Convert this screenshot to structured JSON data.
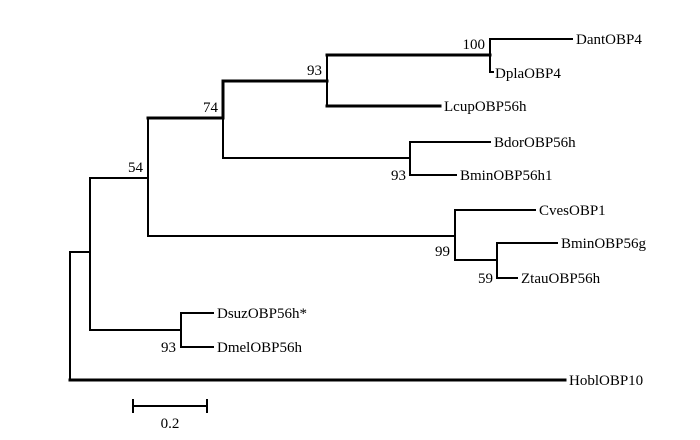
{
  "tree": {
    "taxa": [
      {
        "id": "DantOBP4",
        "label": "DantOBP4"
      },
      {
        "id": "DplaOBP4",
        "label": "DplaOBP4"
      },
      {
        "id": "LcupOBP56h",
        "label": "LcupOBP56h"
      },
      {
        "id": "BdorOBP56h",
        "label": "BdorOBP56h"
      },
      {
        "id": "BminOBP56h1",
        "label": "BminOBP56h1"
      },
      {
        "id": "CvesOBP1",
        "label": "CvesOBP1"
      },
      {
        "id": "BminOBP56g",
        "label": "BminOBP56g"
      },
      {
        "id": "ZtauOBP56h",
        "label": "ZtauOBP56h"
      },
      {
        "id": "DsuzOBP56h",
        "label": "DsuzOBP56h*"
      },
      {
        "id": "DmelOBP56h",
        "label": "DmelOBP56h"
      },
      {
        "id": "HoblOBP10",
        "label": "HoblOBP10"
      }
    ],
    "bootstrap": {
      "dant_dpla": "100",
      "lcup_group": "93",
      "upper_clade": "74",
      "bactrocera": "93",
      "big_clade": "54",
      "cves_group": "99",
      "bmin_ztau": "59",
      "drosophila": "93"
    },
    "scale_bar": {
      "label": "0.2",
      "length": 0.2
    }
  }
}
